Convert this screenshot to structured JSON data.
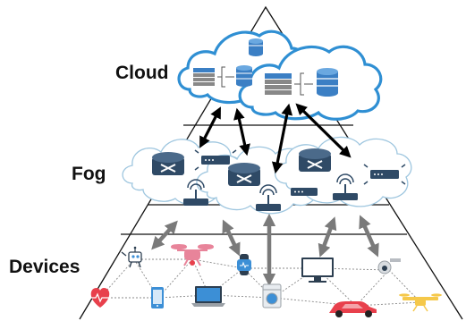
{
  "tiers": {
    "cloud": "Cloud",
    "fog": "Fog",
    "devices": "Devices"
  },
  "colors": {
    "cloud_stroke": "#2f8fd3",
    "cloud_fill": "#ffffff",
    "fog_stroke": "#9ec6df",
    "fog_fill": "#ffffff",
    "arrow_black": "#000000",
    "arrow_gray": "#7a7a7a",
    "server_blue": "#3b7fc4",
    "router_dark": "#2f4a66",
    "device_red": "#e8404c",
    "device_pink": "#e8849a",
    "device_blue": "#3c8fd6",
    "device_yellow": "#f5c84a",
    "link_dotted": "#888888"
  },
  "icons": {
    "cloud_tier": [
      "server-rack-icon",
      "database-icon"
    ],
    "fog_tier": [
      "router-icon",
      "switch-icon",
      "access-point-icon"
    ],
    "device_tier": [
      "robot-icon",
      "drone-icon",
      "smartwatch-icon",
      "monitor-icon",
      "security-camera-icon",
      "heart-rate-icon",
      "smartphone-icon",
      "laptop-icon",
      "washing-machine-icon",
      "car-icon",
      "uav-icon"
    ]
  }
}
